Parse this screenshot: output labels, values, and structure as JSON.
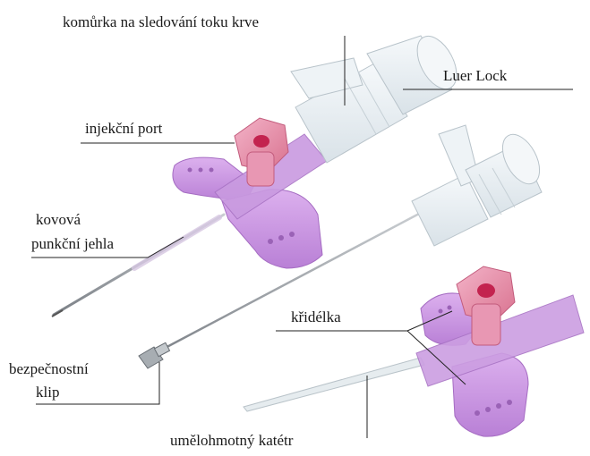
{
  "labels": {
    "blood_flow_chamber": "komůrka na sledování toku krve",
    "luer_lock": "Luer Lock",
    "injection_port": "injekční port",
    "needle_line1": "kovová",
    "needle_line2": "punkční jehla",
    "wings": "křidélka",
    "safety_clip_line1": "bezpečnostní",
    "safety_clip_line2": "klip",
    "plastic_catheter": "umělohmotný katétr"
  },
  "colors": {
    "pink_port": "#e48aa8",
    "violet_wings": "#c58be0",
    "transparent_plastic": "#e8eef2",
    "metal": "#8a8f94",
    "leader_line": "#222222"
  }
}
